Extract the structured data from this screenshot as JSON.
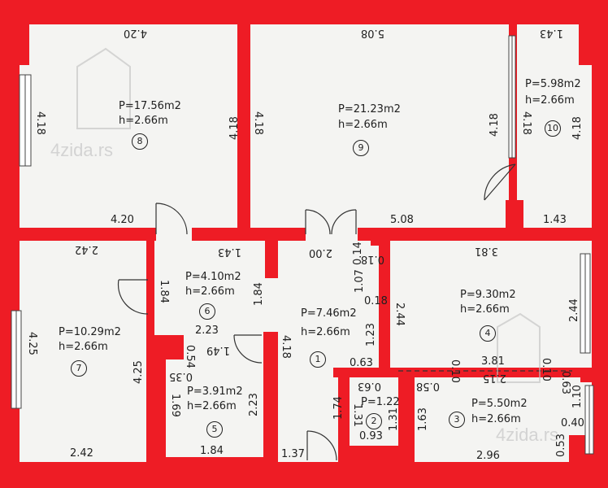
{
  "colors": {
    "wall": "#ee1c25",
    "floor": "#f4f4f2",
    "line": "#202020",
    "watermark": "#c8c8c8"
  },
  "watermark": {
    "text_1": "4zida.rs",
    "text_2": "4zida.rs"
  },
  "rooms": {
    "r1": {
      "number": "1",
      "area": "P=7.46m2",
      "height": "h=2.66m"
    },
    "r2": {
      "number": "2",
      "area": "P=1.22",
      "height": ""
    },
    "r3": {
      "number": "3",
      "area": "P=5.50m2",
      "height": "h=2.66m"
    },
    "r4": {
      "number": "4",
      "area": "P=9.30m2",
      "height": "h=2.66m"
    },
    "r5": {
      "number": "5",
      "area": "P=3.91m2",
      "height": "h=2.66m"
    },
    "r6": {
      "number": "6",
      "area": "P=4.10m2",
      "height": "h=2.66m"
    },
    "r7": {
      "number": "7",
      "area": "P=10.29m2",
      "height": "h=2.66m"
    },
    "r8": {
      "number": "8",
      "area": "P=17.56m2",
      "height": "h=2.66m"
    },
    "r9": {
      "number": "9",
      "area": "P=21.23m2",
      "height": "h=2.66m"
    },
    "r10": {
      "number": "10",
      "area": "P=5.98m2",
      "height": "h=2.66m"
    }
  },
  "dimensions": {
    "r8_top": "4.20",
    "r8_bottom": "4.20",
    "r8_left": "4.18",
    "r8_right": "4.18",
    "r9_top": "5.08",
    "r9_bottom": "5.08",
    "r9_left": "4.18",
    "r9_right": "4.18",
    "r10_top": "1.43",
    "r10_bottom": "1.43",
    "r10_left": "4.18",
    "r10_right": "4.18",
    "r7_top": "2.42",
    "r7_bottom": "2.42",
    "r7_left": "4.25",
    "r7_right": "4.25",
    "r6_top": "1.43",
    "r6_left": "1.84",
    "r6_right": "1.84",
    "r6_bottom": "2.23",
    "d_149": "1.49",
    "d_054": "0.54",
    "d_035": "0.35",
    "r5_left": "1.69",
    "r5_right": "2.23",
    "r5_bottom": "1.84",
    "r1_top": "2.00",
    "r1_left": "4.18",
    "d_014": "0.14",
    "d_018a": "0.18",
    "d_107": "1.07",
    "d_018b": "0.18",
    "d_244a": "2.44",
    "d_123": "1.23",
    "d_063a": "0.63",
    "d_174": "1.74",
    "d_137": "1.37",
    "r2_top": "0.63",
    "r2_left": "1.31",
    "r2_right": "1.31",
    "r2_bottom": "0.93",
    "r4_top": "3.81",
    "r4_right": "2.44",
    "r4_bottom": "3.81",
    "d_010a": "0.10",
    "d_010b": "0.10",
    "d_215": "2.15",
    "d_063b": "0.63",
    "d_058": "0.58",
    "r3_left": "1.63",
    "d_110": "1.10",
    "d_040": "0.40",
    "d_053": "0.53",
    "r3_bottom": "2.96"
  }
}
